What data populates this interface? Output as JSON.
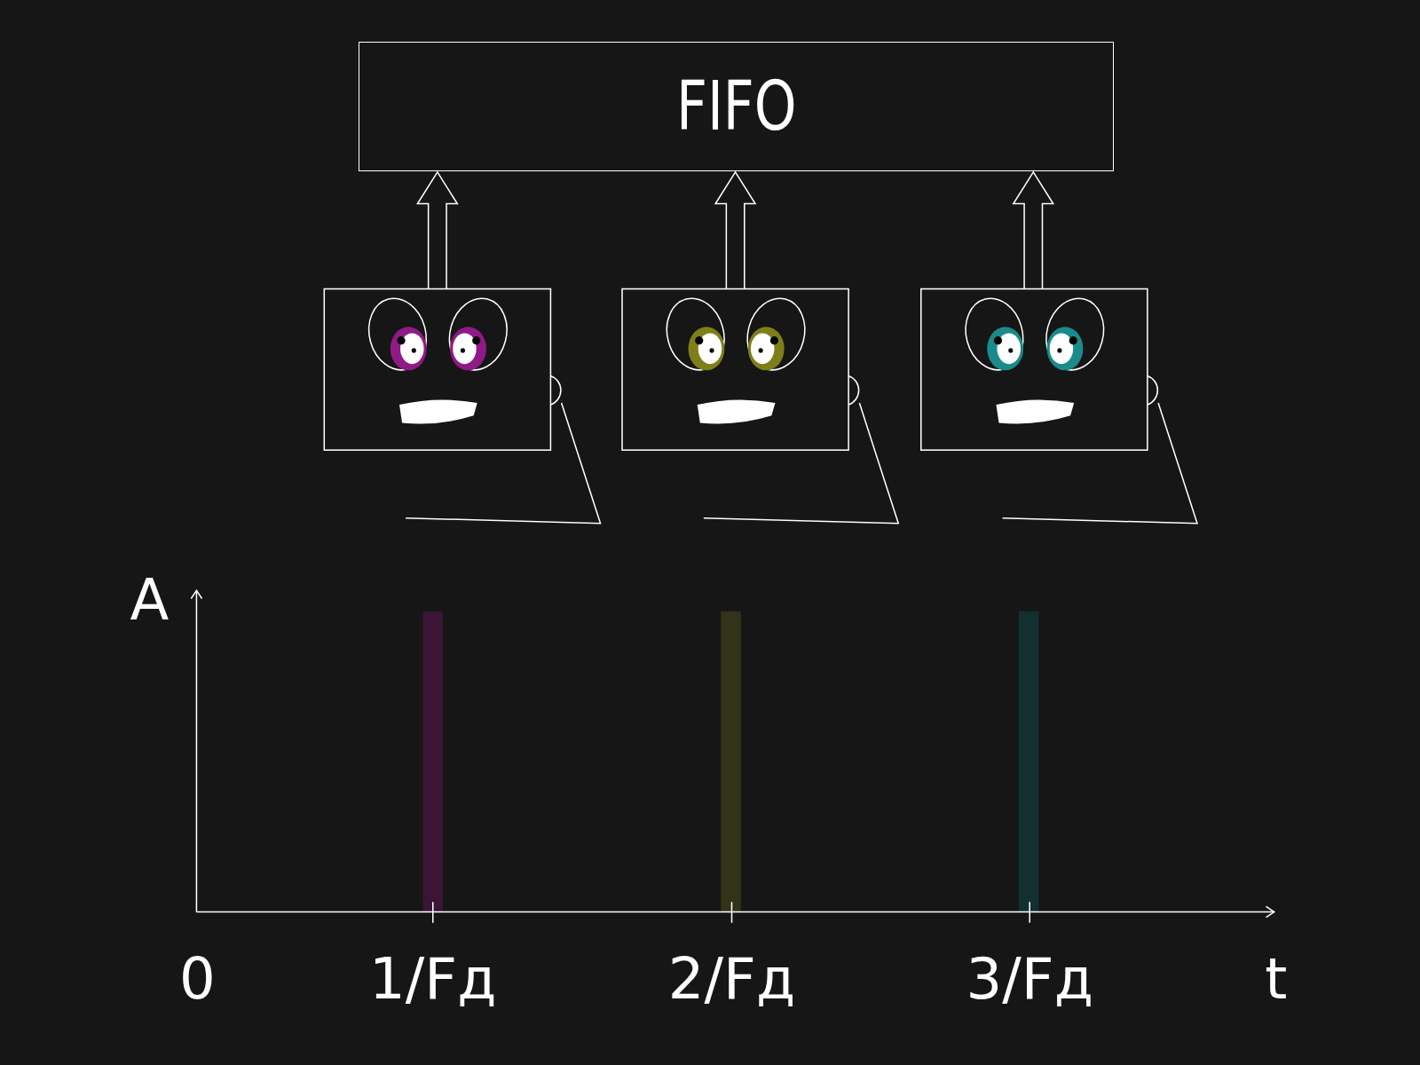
{
  "diagram": {
    "nodes": [
      {
        "text": [
          "FIFO"
        ]
      }
    ],
    "labels": [
      "A",
      "0",
      "1/Fд",
      "2/Fд",
      "3/Fд",
      "t"
    ]
  }
}
